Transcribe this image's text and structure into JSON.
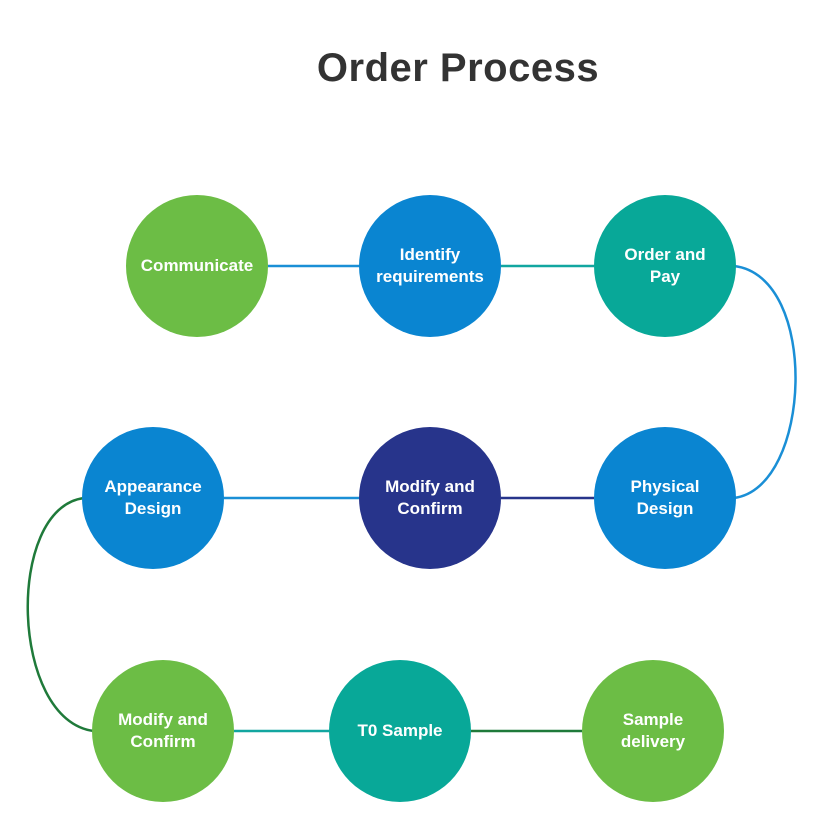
{
  "title": "Order Process",
  "colors": {
    "green": "#6cbd45",
    "blue": "#0a85d1",
    "teal": "#08a898",
    "navy": "#27348b",
    "line_blue": "#1a8fd6",
    "line_green": "#1f7a3a",
    "line_navy": "#27348b",
    "line_teal": "#12a6a0"
  },
  "steps": [
    {
      "id": "communicate",
      "label": "Communicate",
      "color": "green"
    },
    {
      "id": "identify-requirements",
      "label": "Identify requirements",
      "color": "blue"
    },
    {
      "id": "order-and-pay",
      "label": "Order and Pay",
      "color": "teal"
    },
    {
      "id": "physical-design",
      "label": "Physical Design",
      "color": "blue"
    },
    {
      "id": "modify-and-confirm-1",
      "label": "Modify and Confirm",
      "color": "navy"
    },
    {
      "id": "appearance-design",
      "label": "Appearance Design",
      "color": "blue"
    },
    {
      "id": "modify-and-confirm-2",
      "label": "Modify and Confirm",
      "color": "green"
    },
    {
      "id": "t0-sample",
      "label": "T0 Sample",
      "color": "teal"
    },
    {
      "id": "sample-delivery",
      "label": "Sample delivery",
      "color": "green"
    }
  ],
  "connections": [
    {
      "from": "communicate",
      "to": "identify-requirements",
      "color": "line_blue"
    },
    {
      "from": "identify-requirements",
      "to": "order-and-pay",
      "color": "line_teal"
    },
    {
      "from": "order-and-pay",
      "to": "physical-design",
      "color": "line_blue"
    },
    {
      "from": "physical-design",
      "to": "modify-and-confirm-1",
      "color": "line_navy"
    },
    {
      "from": "modify-and-confirm-1",
      "to": "appearance-design",
      "color": "line_blue"
    },
    {
      "from": "appearance-design",
      "to": "modify-and-confirm-2",
      "color": "line_green"
    },
    {
      "from": "modify-and-confirm-2",
      "to": "t0-sample",
      "color": "line_teal"
    },
    {
      "from": "t0-sample",
      "to": "sample-delivery",
      "color": "line_green"
    }
  ]
}
